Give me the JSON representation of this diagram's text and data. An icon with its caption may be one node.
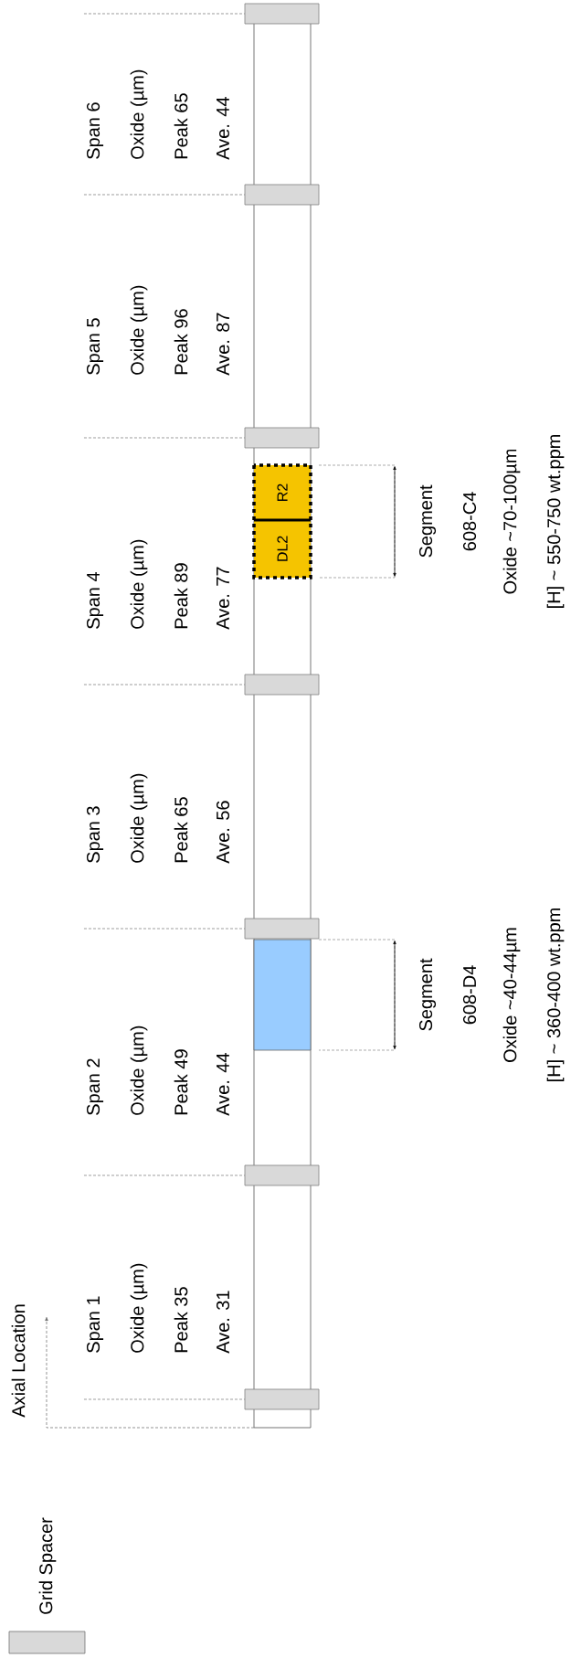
{
  "diagram": {
    "nodes": [
      {
        "text": [],
        "shape": "box",
        "beside": [
          "Segment",
          "608-D4",
          "Oxide ~40-44µm",
          "[H] ~ 360-400 wt.ppm"
        ]
      },
      {
        "text": [],
        "shape": "box",
        "beside": [
          "Segment",
          "608-C4",
          "Oxide ~70-100µm",
          "[H] ~ 550-750 wt.ppm"
        ]
      },
      {
        "text": [
          "DL2"
        ],
        "in": 1
      },
      {
        "text": [
          "R2"
        ],
        "in": 1
      }
    ],
    "labels": [
      "Axial Location",
      "Span 1",
      "Oxide (µm)",
      "Peak 35",
      "Ave. 31",
      "Span 2",
      "Oxide (µm)",
      "Peak 49",
      "Ave. 44",
      "Span 3",
      "Oxide (µm)",
      "Peak 65",
      "Ave. 56",
      "Span 4",
      "Oxide (µm)",
      "Peak 89",
      "Ave. 77",
      "Span 5",
      "Oxide (µm)",
      "Peak 96",
      "Ave. 87",
      "Span 6",
      "Oxide (µm)",
      "Peak 65",
      "Ave. 44"
    ],
    "legend": [
      {
        "text": "Grid Spacer",
        "color": "#d9d9d9"
      }
    ]
  }
}
